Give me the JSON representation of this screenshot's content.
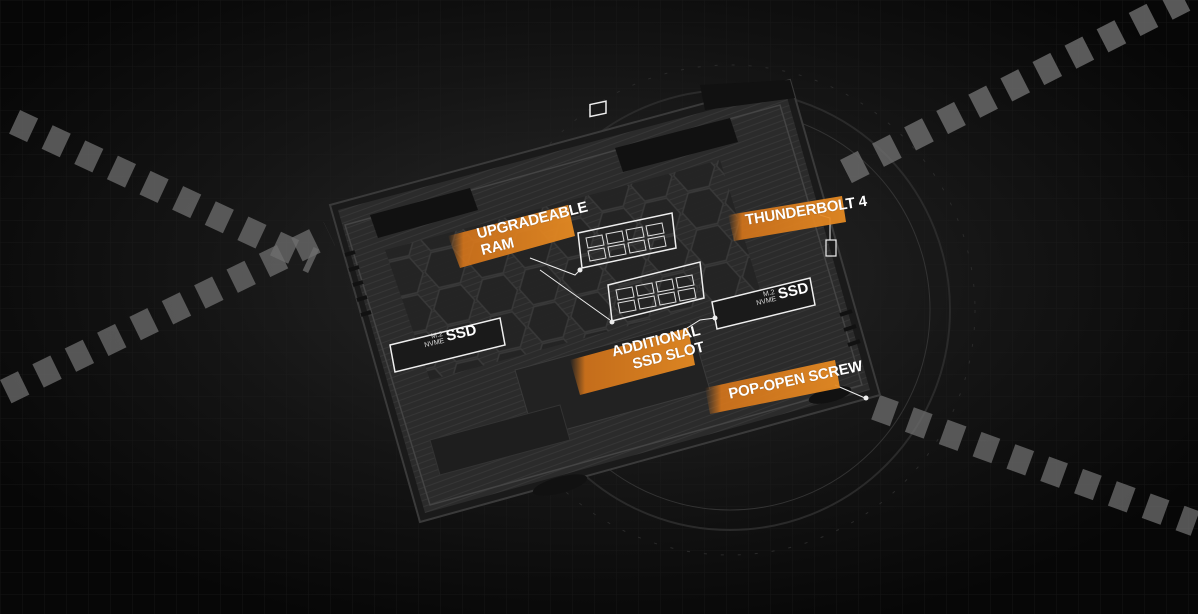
{
  "labels": {
    "ram": [
      "UPGRADEABLE",
      "RAM"
    ],
    "thunderbolt": "THUNDERBOLT 4",
    "ssd_slot": [
      "ADDITIONAL",
      "SSD SLOT"
    ],
    "screw": "POP-OPEN SCREW"
  },
  "ssd_cards": [
    {
      "small": [
        "M.2",
        "NVME"
      ],
      "big": "SSD"
    },
    {
      "small": [
        "M.2",
        "NVME"
      ],
      "big": "SSD"
    }
  ],
  "colors": {
    "accent": "#e07a1a",
    "background": "#0b0b0b",
    "chassis": "#2a2a2a",
    "stripe": "#6e6e6e"
  }
}
